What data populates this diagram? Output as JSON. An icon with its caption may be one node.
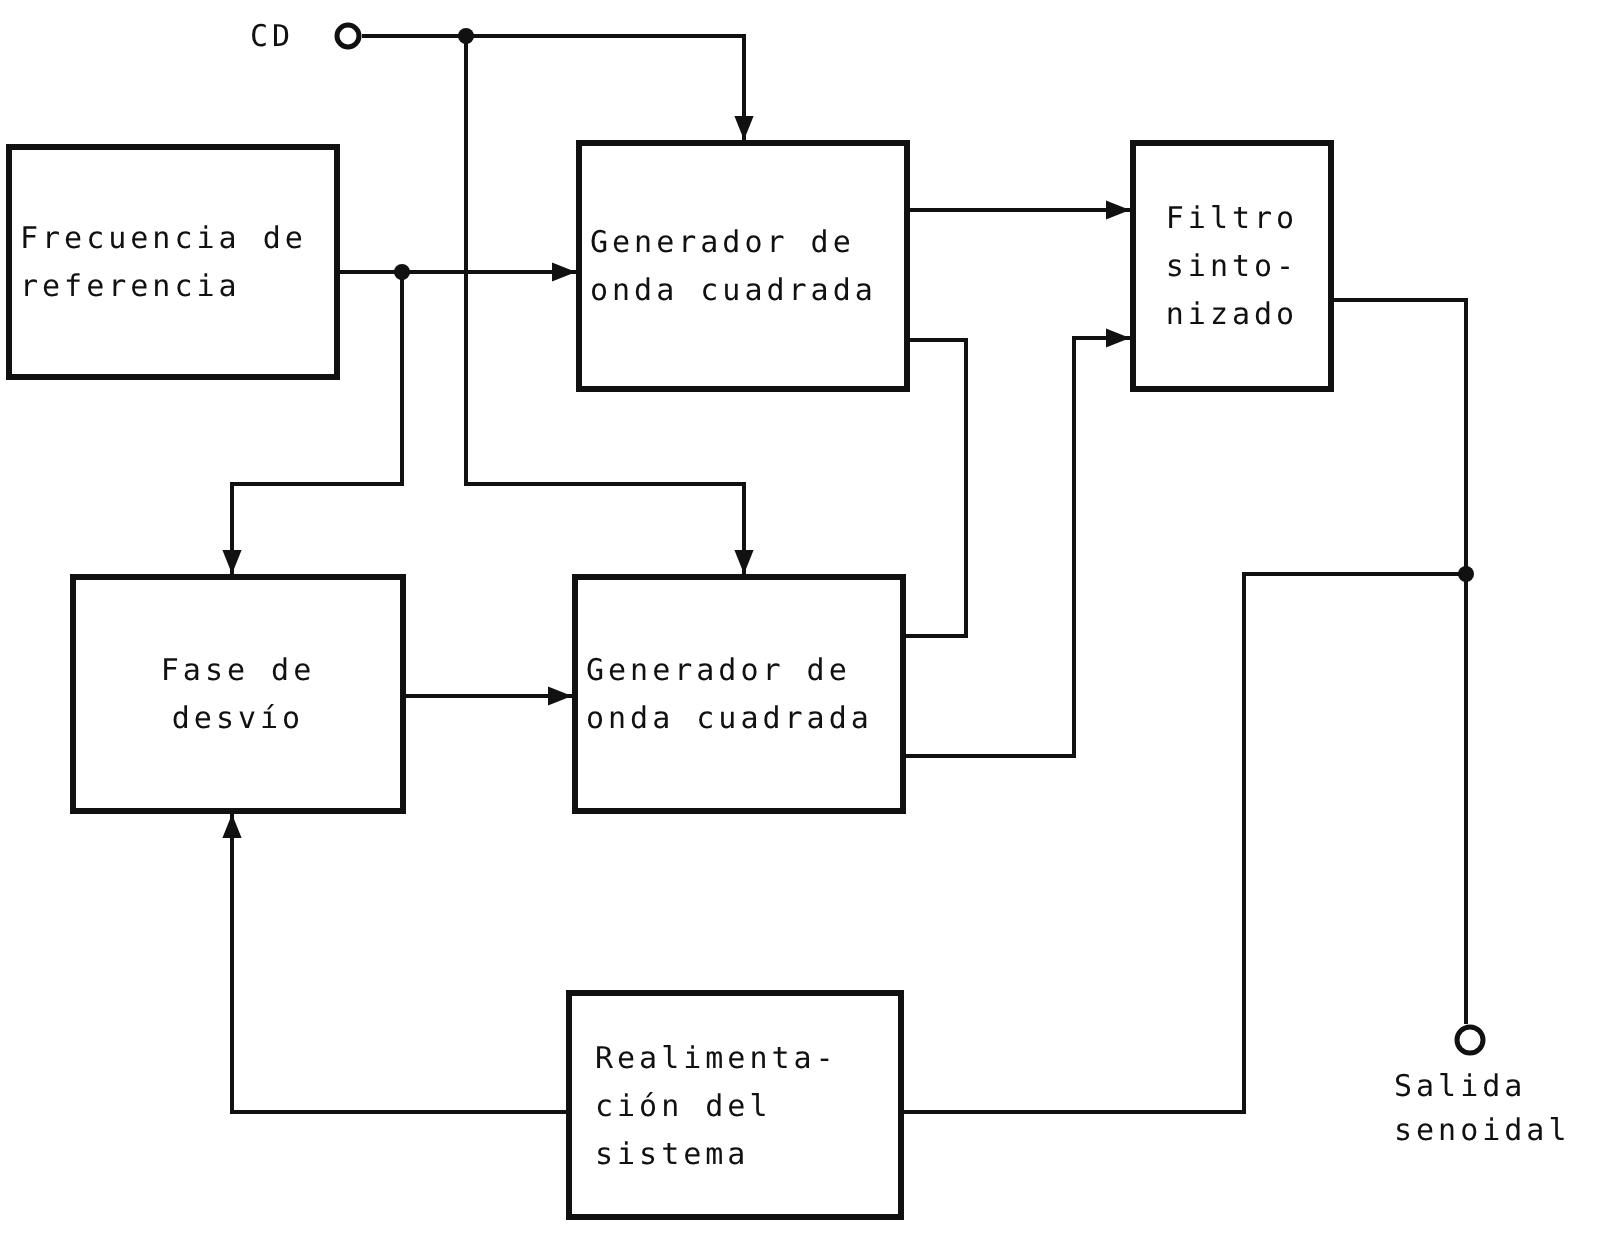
{
  "diagram": {
    "nodes": [
      {
        "text": [],
        "shape": "circle",
        "beside": [
          "CD"
        ]
      },
      {
        "text": [
          "Frecuencia de referencia"
        ]
      },
      {
        "text": [
          "Generador de onda cuadrada"
        ]
      },
      {
        "text": [
          "Filtro sinto- nizado"
        ]
      },
      {
        "text": [
          "Fase de desvío"
        ]
      },
      {
        "text": [
          "Generador de onda cuadrada"
        ]
      },
      {
        "text": [
          "Realimenta- ción del sistema"
        ]
      },
      {
        "text": [],
        "shape": "circle",
        "beside": [
          "Salida senoidal"
        ]
      }
    ],
    "edges": [
      {
        "from": 0,
        "to": 2,
        "arrow": "to"
      },
      {
        "from": 0,
        "to": 5,
        "arrow": "to"
      },
      {
        "from": 1,
        "to": 2,
        "arrow": "to"
      },
      {
        "from": 1,
        "to": 4,
        "arrow": "to"
      },
      {
        "from": 4,
        "to": 5,
        "arrow": "to"
      },
      {
        "from": 2,
        "to": 3,
        "arrow": "to"
      },
      {
        "from": 2,
        "to": 5,
        "arrow": "none"
      },
      {
        "from": 5,
        "to": 3,
        "arrow": "to"
      },
      {
        "from": 3,
        "to": 7,
        "arrow": "none"
      },
      {
        "from": 3,
        "to": 6,
        "arrow": "none"
      },
      {
        "from": 6,
        "to": 4,
        "arrow": "to"
      }
    ]
  }
}
